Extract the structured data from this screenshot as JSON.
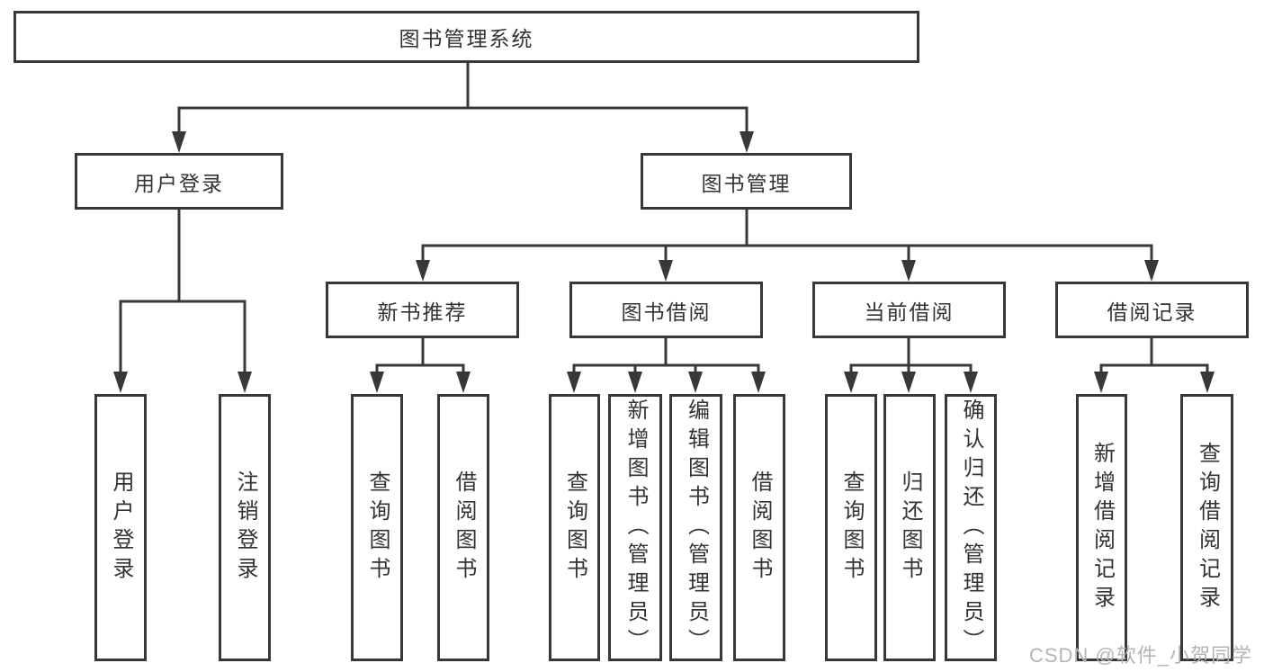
{
  "tree": {
    "root": "图书管理系统",
    "level2": [
      {
        "label": "用户登录",
        "leaves": [
          "用户登录",
          "注销登录"
        ]
      },
      {
        "label": "图书管理",
        "modules": [
          {
            "label": "新书推荐",
            "leaves": [
              "查询图书",
              "借阅图书"
            ]
          },
          {
            "label": "图书借阅",
            "leaves": [
              "查询图书",
              "新增图书（管理员）",
              "编辑图书（管理员）",
              "借阅图书"
            ]
          },
          {
            "label": "当前借阅",
            "leaves": [
              "查询图书",
              "归还图书",
              "确认归还（管理员）"
            ]
          },
          {
            "label": "借阅记录",
            "leaves": [
              "新增借阅记录",
              "查询借阅记录"
            ]
          }
        ]
      }
    ]
  },
  "watermark": "CSDN @软件_小贺同学",
  "colors": {
    "line": "#383838",
    "box_border": "#383838",
    "box_fill": "#ffffff",
    "text": "#333333",
    "watermark": "#b5b5b5",
    "background": "#ffffff"
  }
}
